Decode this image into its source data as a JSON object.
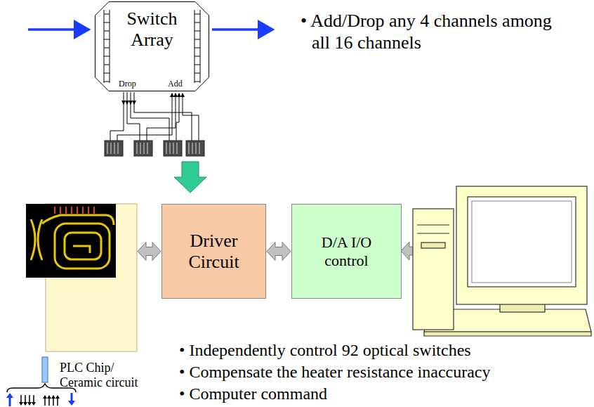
{
  "diagram": {
    "nodes": [
      {
        "text": [
          "Switch Array",
          "Drop",
          "Add"
        ]
      },
      {
        "text": [
          "PLC Chip/ Ceramic circuit"
        ]
      },
      {
        "text": [
          "Driver Circuit"
        ]
      },
      {
        "text": [
          "D/A I/O control"
        ]
      }
    ],
    "edges": [
      {
        "from": 1,
        "to": 2,
        "arrow": "both"
      },
      {
        "from": 2,
        "to": 3,
        "arrow": "both"
      }
    ],
    "labels": [
      "• Add/Drop any 4 channels among all 16 channels",
      "• Independently control 92 optical switches",
      "• Compensate the heater resistance inaccuracy",
      "• Computer command"
    ]
  }
}
